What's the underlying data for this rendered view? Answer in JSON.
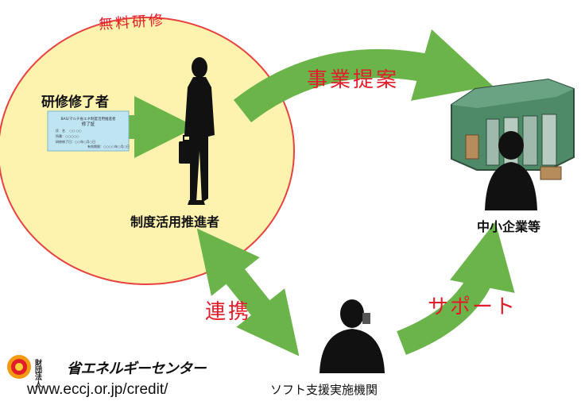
{
  "training": {
    "title": "無料研修",
    "completer_label": "研修修了者",
    "certificate": {
      "header": "BAS/マルチ省エネ制度活用推進者",
      "title": "修了証",
      "line1": "氏　名　 ○○ ○○",
      "line2": "所属：○○○○○",
      "line3": "研修修了日：○○年○月○日",
      "line4": "有効期限：○○○○年○月○日"
    }
  },
  "promoter_label": "制度活用推進者",
  "proposal_label": "事業提案",
  "sme_label": "中小企業等",
  "coordination_label": "連携",
  "support_label": "サポート",
  "software_org_label": "ソフト支援実施機関",
  "org": {
    "badge": "財団法人",
    "name": "省エネルギーセンター",
    "url": "www.eccj.or.jp/credit/"
  },
  "colors": {
    "circle_fill": "#fdf3ae",
    "circle_stroke": "#e8423f",
    "arrow": "#6ab44a",
    "accent_red": "#e21d2a",
    "building": "#4f8a68"
  }
}
